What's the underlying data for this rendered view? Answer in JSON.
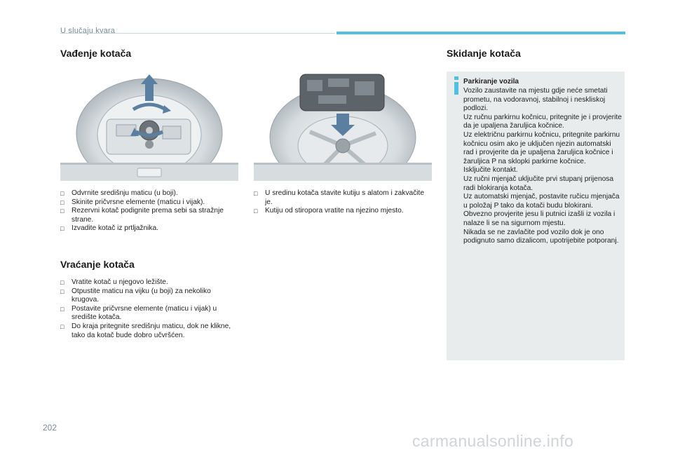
{
  "header": {
    "section": "U slučaju kvara"
  },
  "page_number": "202",
  "watermark": "carmanualsonline.info",
  "colors": {
    "accent": "#4fc0e0",
    "infobox_bg": "#e9eced",
    "arrow": "#5a7fa0"
  },
  "left": {
    "title": "Vađenje kotača",
    "steps": [
      "Odvrnite središnju maticu (u boji).",
      "Skinite pričvrsne elemente (maticu i vijak).",
      "Rezervni kotač podignite prema sebi sa stražnje strane.",
      "Izvadite kotač iz prtljažnika."
    ],
    "refit_title": "Vraćanje kotača",
    "refit_steps": [
      "Vratite kotač u njegovo ležište.",
      "Otpustite maticu na vijku (u boji) za nekoliko krugova.",
      "Postavite pričvrsne elemente (maticu i vijak) u središte kotača.",
      "Do kraja pritegnite središnju maticu, dok ne klikne, tako da kotač bude dobro učvršćen."
    ]
  },
  "middle": {
    "steps": [
      "U sredinu kotača stavite kutiju s alatom i zakvačite je.",
      "Kutiju od stiropora vratite na njezino mjesto."
    ]
  },
  "right": {
    "title": "Skidanje kotača",
    "info_icon": "info-icon",
    "info_title": "Parkiranje vozila",
    "info_lines": [
      "Vozilo zaustavite na mjestu gdje neće smetati prometu, na vodoravnoj, stabilnoj i neskliskoj podlozi.",
      "Uz ručnu parkirnu kočnicu, pritegnite je i provjerite da je upaljena žaruljica kočnice.",
      "Uz električnu parkirnu kočnicu, pritegnite parkirnu kočnicu osim ako je uključen njezin automatski rad i provjerite da je upaljena žaruljica kočnice i žaruljica P na sklopki parkirne kočnice.",
      "Isključite kontakt.",
      "Uz ručni mjenjač uključite prvi stupanj prijenosa radi blokiranja kotača.",
      "Uz automatski mjenjač, postavite ručicu mjenjača u položaj P tako da kotači budu blokirani.",
      "Obvezno provjerite jesu li putnici izašli iz vozila i nalaze li se na sigurnom mjestu.",
      "Nikada se ne zavlačite pod vozilo dok je ono podignuto samo dizalicom, upotrijebite potporanj."
    ]
  }
}
